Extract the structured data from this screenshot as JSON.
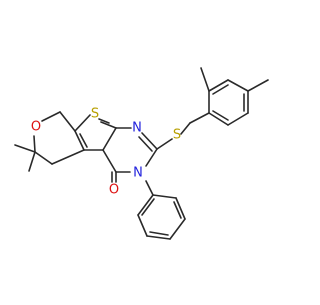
{
  "diagram": {
    "bond_color": "#2a2a2a",
    "hetero_colors": {
      "S": "#b8a000",
      "N": "#2222dd",
      "O": "#dd1111"
    },
    "atom_labels": {
      "s_thiophene": "S",
      "n_top": "N",
      "s_thioether": "S",
      "o_pyran": "O",
      "n_phenyl": "N",
      "o_carbonyl": "O"
    }
  }
}
